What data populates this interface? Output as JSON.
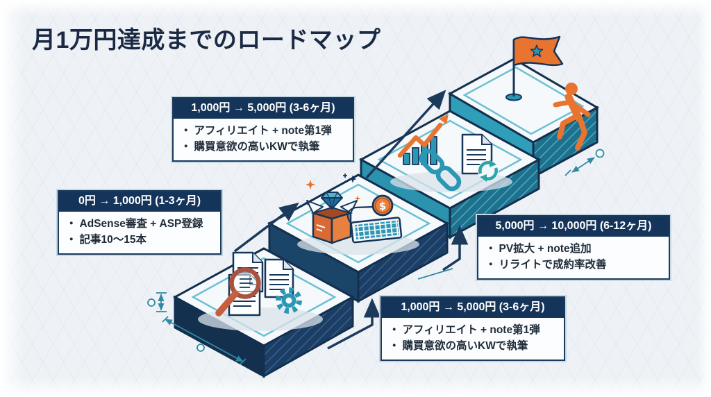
{
  "title": "月1万円達成までのロードマップ",
  "bullet_char": "・",
  "callouts": [
    {
      "name": "stage1-left",
      "header": "0円 → 1,000円 (1-3ヶ月)",
      "bullets": [
        "AdSense審査 + ASP登録",
        "記事10〜15本"
      ]
    },
    {
      "name": "stage2-top",
      "header": "1,000円 → 5,000円 (3-6ヶ月)",
      "bullets": [
        "アフィリエイト + note第1弾",
        "購買意欲の高いKWで執筆"
      ]
    },
    {
      "name": "stage3-right",
      "header": "5,000円 → 10,000円 (6-12ヶ月)",
      "bullets": [
        "PV拡大 + note追加",
        "リライトで成約率改善"
      ]
    },
    {
      "name": "stage2-bottom",
      "header": "1,000円 → 5,000円 (3-6ヶ月)",
      "bullets": [
        "アフィリエイト + note第1弾",
        "購買意欲の高いKWで執筆"
      ]
    }
  ],
  "coin_symbol": "$",
  "icons": {
    "step1": [
      "magnifier-icon",
      "documents-icon",
      "gear-icon"
    ],
    "step2": [
      "gift-box-icon",
      "diamond-icon",
      "sparkle-icon",
      "keyboard-icon",
      "dollar-coin-icon"
    ],
    "step3": [
      "growth-chart-icon",
      "chain-link-icon",
      "document-refresh-icon"
    ],
    "step4": [
      "goal-flag-icon",
      "climber-figure"
    ]
  },
  "colors": {
    "navy": "#16355a",
    "teal": "#2b97b5",
    "orange": "#e8742f",
    "terracotta": "#a8523f",
    "background": "#eef2f6",
    "header_bg": "#14345a",
    "panel_bg": "#fbfdfe"
  }
}
